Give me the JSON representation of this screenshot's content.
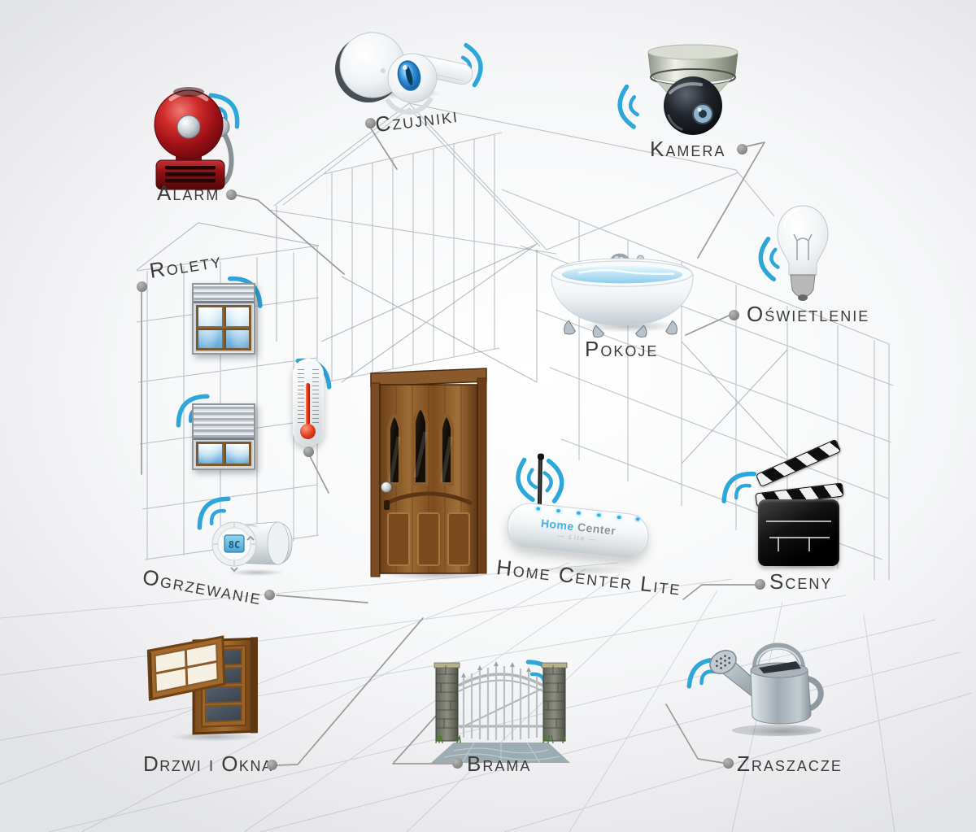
{
  "diagram": {
    "type": "smart-home-infographic",
    "hub": {
      "label": "Home Center Lite",
      "device_text_primary": "Home",
      "device_text_secondary": "Center",
      "device_text_sub": "Lite"
    },
    "thermostat_lcd": "8C",
    "nodes": [
      {
        "id": "alarm",
        "label": "Alarm",
        "icon": "alarm-bell-icon"
      },
      {
        "id": "czujniki",
        "label": "Czujniki",
        "icon": "motion-sensor-icon"
      },
      {
        "id": "kamera",
        "label": "Kamera",
        "icon": "dome-camera-icon"
      },
      {
        "id": "rolety",
        "label": "Rolety",
        "icon": "roller-shutter-window-icon"
      },
      {
        "id": "pokoje",
        "label": "Pokoje",
        "icon": "bathtub-icon"
      },
      {
        "id": "oswietlenie",
        "label": "Oświetlenie",
        "icon": "light-bulb-icon"
      },
      {
        "id": "ogrzewanie",
        "label": "Ogrzewanie",
        "icon": "radiator-thermostat-icon"
      },
      {
        "id": "sceny",
        "label": "Sceny",
        "icon": "clapperboard-icon"
      },
      {
        "id": "drzwi_okna",
        "label": "Drzwi i Okna",
        "icon": "door-and-window-icon"
      },
      {
        "id": "brama",
        "label": "Brama",
        "icon": "garden-gate-icon"
      },
      {
        "id": "zraszacze",
        "label": "Zraszacze",
        "icon": "watering-can-icon"
      }
    ],
    "colors": {
      "wifi_blue": "#2da6da",
      "alarm_red": "#a8111a",
      "label_text": "#3b3b3b",
      "connector_gray": "#9a9a9a"
    }
  }
}
